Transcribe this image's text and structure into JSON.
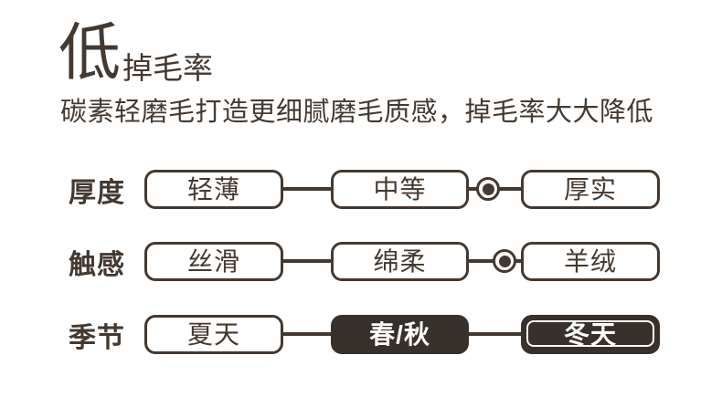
{
  "page": {
    "background": "#ffffff",
    "ink_color": "#443930",
    "dark_fill_color": "#38302a"
  },
  "header": {
    "title_big": "低",
    "title_small": "掉毛率",
    "subtitle": "碳素轻磨毛打造更细腻磨毛质感，掉毛率大大降低"
  },
  "rows": [
    {
      "label": "厚度",
      "options": [
        {
          "text": "轻薄",
          "style": "outline"
        },
        {
          "text": "中等",
          "style": "outline"
        },
        {
          "text": "厚实",
          "style": "outline"
        }
      ],
      "marker": {
        "present": true,
        "between": [
          "中等",
          "厚实"
        ]
      }
    },
    {
      "label": "触感",
      "options": [
        {
          "text": "丝滑",
          "style": "outline"
        },
        {
          "text": "绵柔",
          "style": "outline"
        },
        {
          "text": "羊绒",
          "style": "outline"
        }
      ],
      "marker": {
        "present": true,
        "between": [
          "绵柔",
          "羊绒"
        ]
      }
    },
    {
      "label": "季节",
      "options": [
        {
          "text": "夏天",
          "style": "outline"
        },
        {
          "text": "春/秋",
          "style": "filled"
        },
        {
          "text": "冬天",
          "style": "filled-highlight"
        }
      ],
      "marker": {
        "present": false,
        "between": []
      }
    }
  ]
}
